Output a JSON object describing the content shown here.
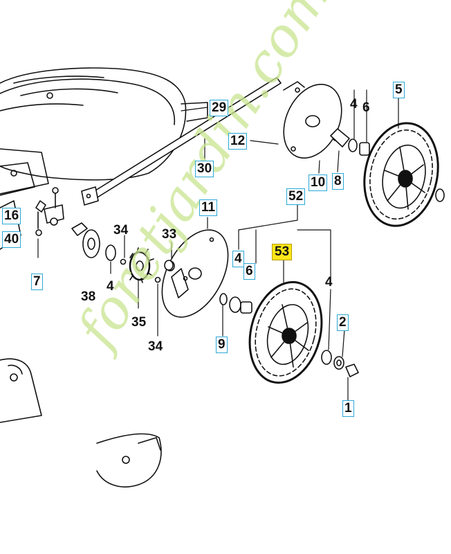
{
  "callouts": [
    {
      "id": "c29",
      "label": "29",
      "style": "boxed"
    },
    {
      "id": "c30",
      "label": "30",
      "style": "boxed"
    },
    {
      "id": "c12",
      "label": "12",
      "style": "boxed"
    },
    {
      "id": "c10",
      "label": "10",
      "style": "boxed"
    },
    {
      "id": "c8",
      "label": "8",
      "style": "boxed"
    },
    {
      "id": "c4a",
      "label": "4",
      "style": "plain"
    },
    {
      "id": "c6a",
      "label": "6",
      "style": "plain"
    },
    {
      "id": "c5",
      "label": "5",
      "style": "boxed"
    },
    {
      "id": "c52",
      "label": "52",
      "style": "boxed"
    },
    {
      "id": "c53",
      "label": "53",
      "style": "highlight"
    },
    {
      "id": "c4b",
      "label": "4",
      "style": "boxed"
    },
    {
      "id": "c6b",
      "label": "6",
      "style": "boxed"
    },
    {
      "id": "c4c",
      "label": "4",
      "style": "plain"
    },
    {
      "id": "c2",
      "label": "2",
      "style": "boxed"
    },
    {
      "id": "c1",
      "label": "1",
      "style": "boxed"
    },
    {
      "id": "c11",
      "label": "11",
      "style": "boxed"
    },
    {
      "id": "c33",
      "label": "33",
      "style": "plain"
    },
    {
      "id": "c34a",
      "label": "34",
      "style": "plain"
    },
    {
      "id": "c38",
      "label": "38",
      "style": "plain"
    },
    {
      "id": "c4d",
      "label": "4",
      "style": "plain"
    },
    {
      "id": "c35",
      "label": "35",
      "style": "plain"
    },
    {
      "id": "c34b",
      "label": "34",
      "style": "plain"
    },
    {
      "id": "c9",
      "label": "9",
      "style": "boxed"
    },
    {
      "id": "c16",
      "label": "16",
      "style": "boxed"
    },
    {
      "id": "c40",
      "label": "40",
      "style": "boxed"
    },
    {
      "id": "c7",
      "label": "7",
      "style": "boxed"
    }
  ],
  "watermark": {
    "text": "foretjardin.com",
    "color": "#c9e58f"
  },
  "colors": {
    "callout_border": "#2aa7d6",
    "highlight": "#ffe61a"
  }
}
